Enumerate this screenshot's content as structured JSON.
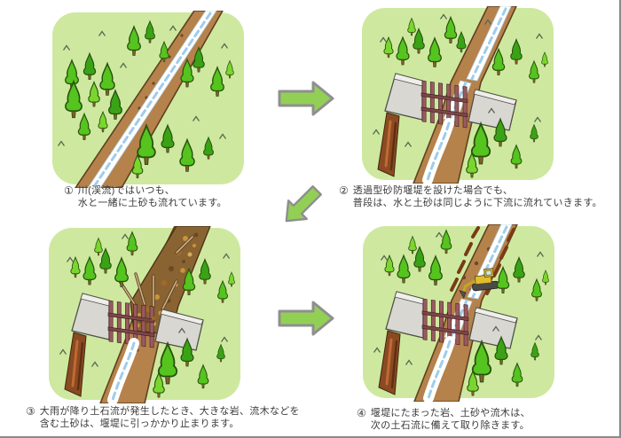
{
  "colors": {
    "panel_green": "#cee99f",
    "tree_green": "#55c41e",
    "tree_mid": "#3aa315",
    "tree_light": "#7ad62e",
    "trunk_brown": "#8a5a2b",
    "bed_brown": "#b5824b",
    "bed_edge": "#5f4020",
    "water_blue": "#9fcdea",
    "dam_gray": "#d8d7d1",
    "pipe_red": "#9c5a5e",
    "pipe_dark": "#7e4548",
    "debris_brown": "#8a6332",
    "cliff_red": "#8a4a22",
    "excavator_yellow": "#e2bd2e",
    "arrow_green": "#92d055",
    "arrow_outline": "#8f8f8f",
    "caption": "#3a3a3a",
    "frame": "#8a8a8a"
  },
  "panels": [
    {
      "number": "①",
      "line1": "川(渓流)ではいつも、",
      "line2": "水と一緒に土砂も流れています。",
      "illustration": "forest-mountain-stream"
    },
    {
      "number": "②",
      "line1": "透過型砂防堰堤を設けた場合でも、",
      "line2": "普段は、水と土砂は同じように下流に流れていきます。",
      "illustration": "open-type-sabo-dam-normal-flow"
    },
    {
      "number": "③",
      "line1": "大雨が降り土石流が発生したとき、大きな岩、流木などを",
      "line2": "含む土砂は、堰堤に引っかかり止まります。",
      "illustration": "debris-flow-trapped-by-dam"
    },
    {
      "number": "④",
      "line1": "堰堤にたまった岩、土砂や流木は、",
      "line2": "次の土石流に備えて取り除きます。",
      "illustration": "sediment-removal-with-excavator"
    }
  ],
  "arrows": [
    {
      "direction": "right"
    },
    {
      "direction": "down-left"
    },
    {
      "direction": "right"
    }
  ]
}
